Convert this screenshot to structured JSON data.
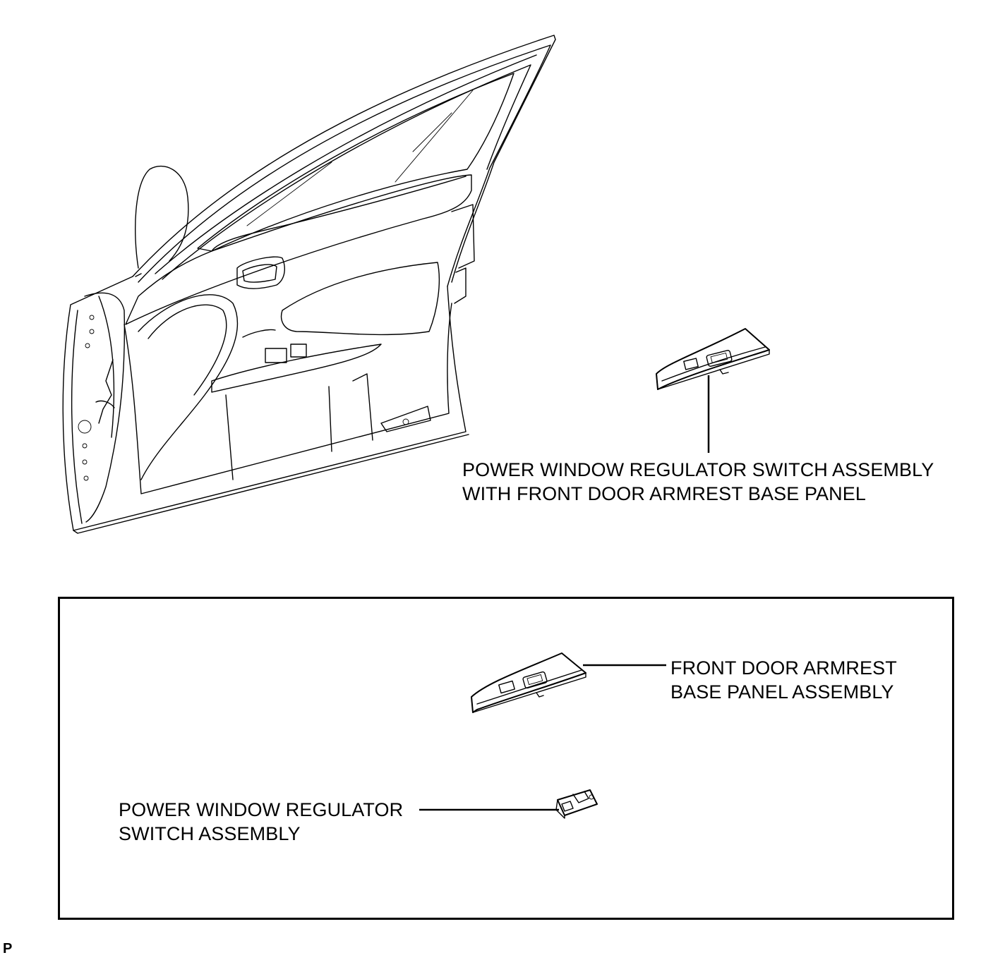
{
  "labels": {
    "assembly_with_panel_line1": "POWER WINDOW REGULATOR SWITCH ASSEMBLY",
    "assembly_with_panel_line2": "WITH FRONT DOOR ARMREST BASE PANEL",
    "base_panel_line1": "FRONT DOOR ARMREST",
    "base_panel_line2": "BASE PANEL ASSEMBLY",
    "switch_line1": "POWER WINDOW REGULATOR",
    "switch_line2": "SWITCH ASSEMBLY"
  },
  "page_mark": "P",
  "icons": [
    "front-door-illustration",
    "switch-panel-assembly",
    "armrest-base-panel",
    "window-switch"
  ]
}
